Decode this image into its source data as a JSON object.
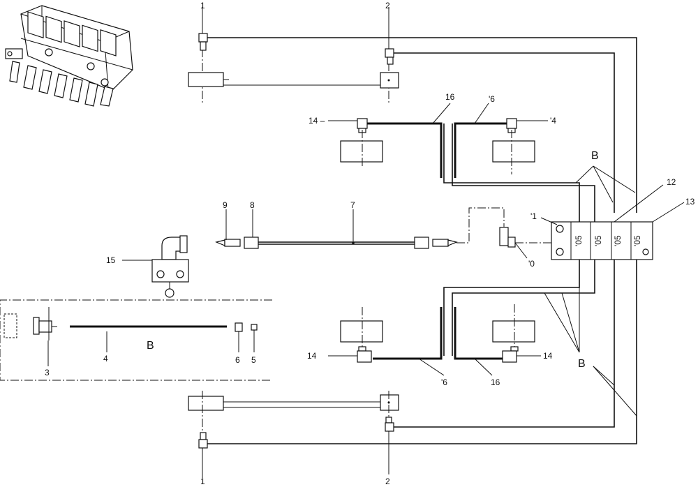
{
  "callouts": {
    "c1_top": "1",
    "c2_top": "2",
    "c16_left": "16",
    "c16_right": "'6",
    "c14_left_top": "14 –",
    "c14_right_top": "'4",
    "cB_top": "B",
    "c12": "12",
    "c13": "13",
    "c9": "9",
    "c8": "8",
    "c7": "7",
    "c11": "'1",
    "c10": "'0",
    "c15": "15",
    "c3": "3",
    "c4": "4",
    "cB_box": "B",
    "c6": "6",
    "c5": "5",
    "c14_left_bot": "14",
    "c14_right_bot": "14",
    "c16_bot_left": "'6",
    "c16_bot_right": "16",
    "cB_bot": "B",
    "c1_bot": "1",
    "c2_bot": "2"
  },
  "block": {
    "slots": [
      "'05",
      "'05",
      "'05",
      "'05"
    ]
  }
}
